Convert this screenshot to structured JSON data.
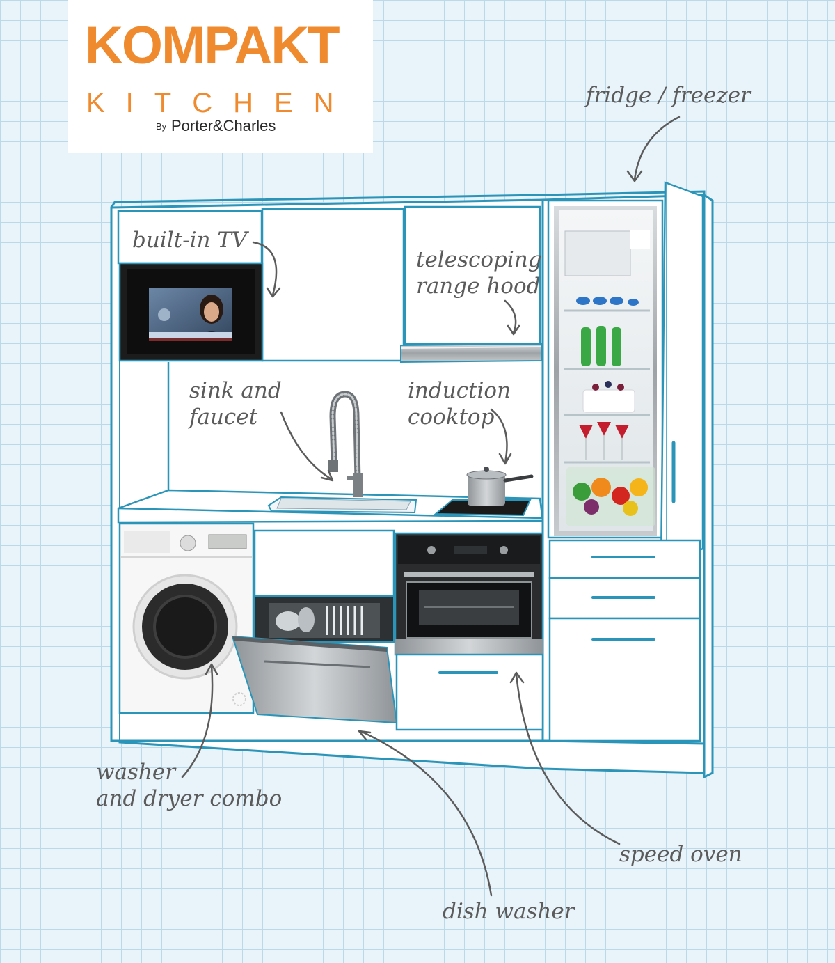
{
  "logo": {
    "main": "KOMPAKT",
    "sub": "KITCHEN",
    "by": "By",
    "brand": "Porter&Charles"
  },
  "callouts": {
    "fridge_freezer": "fridge / freezer",
    "built_in_tv": "built-in TV",
    "range_hood_line1": "telescoping",
    "range_hood_line2": "range hood",
    "sink_line1": "sink and",
    "sink_line2": "faucet",
    "cooktop_line1": "induction",
    "cooktop_line2": "cooktop",
    "washer_line1": "washer",
    "washer_line2": "and dryer combo",
    "speed_oven": "speed oven",
    "dish_washer": "dish washer"
  },
  "colors": {
    "logo_orange": "#ef8a2e",
    "outline_blue": "#2a95b8",
    "grid_line": "#bcd9ea",
    "background": "#e8f3fa",
    "annotation_gray": "#5b5b5b"
  }
}
